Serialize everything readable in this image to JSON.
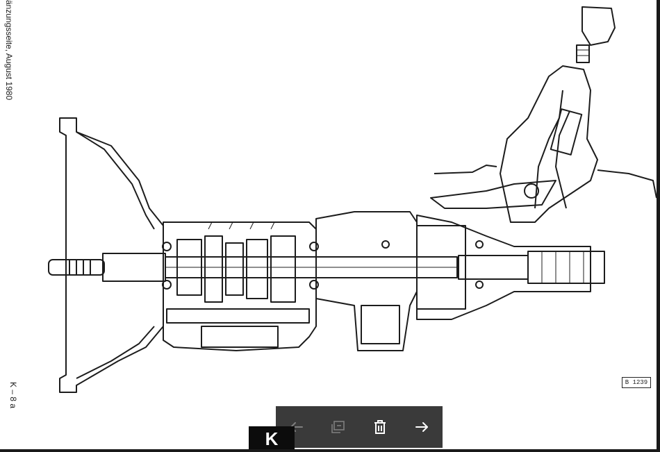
{
  "page": {
    "side_caption_top": "änzungsseite, August 1980",
    "side_caption_bottom": "K – 8 a",
    "figure_code": "B 1239"
  },
  "toolbar": {
    "prev_icon": "arrow-left-icon",
    "copy_icon": "copy-icon",
    "delete_icon": "trash-icon",
    "next_icon": "arrow-right-icon"
  },
  "logo": {
    "letter": "K"
  },
  "colors": {
    "toolbar_bg": "#3a3a3a",
    "logo_bg": "#0c0c0c",
    "ink": "#1c1c1c"
  }
}
